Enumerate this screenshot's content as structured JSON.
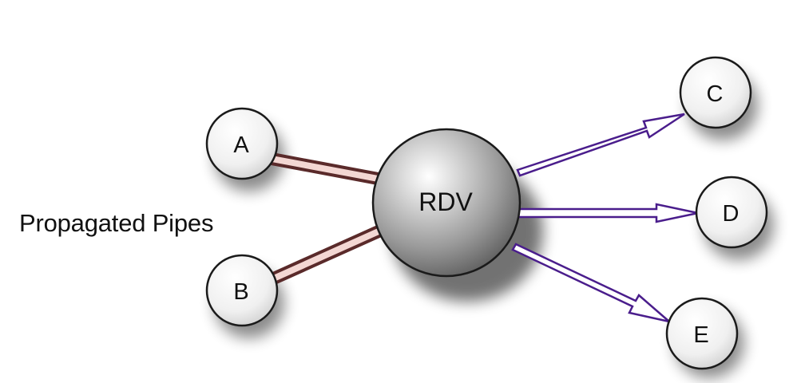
{
  "caption": "Propagated Pipes",
  "hub": {
    "label": "RDV"
  },
  "inputs": [
    {
      "id": "A",
      "label": "A"
    },
    {
      "id": "B",
      "label": "B"
    }
  ],
  "outputs": [
    {
      "id": "C",
      "label": "C"
    },
    {
      "id": "D",
      "label": "D"
    },
    {
      "id": "E",
      "label": "E"
    }
  ],
  "colors": {
    "pipe_outline": "#5a2a2a",
    "pipe_fill": "#f3d7d3",
    "arrow": "#4a1d8c",
    "node_edge": "#1a1a1a"
  }
}
